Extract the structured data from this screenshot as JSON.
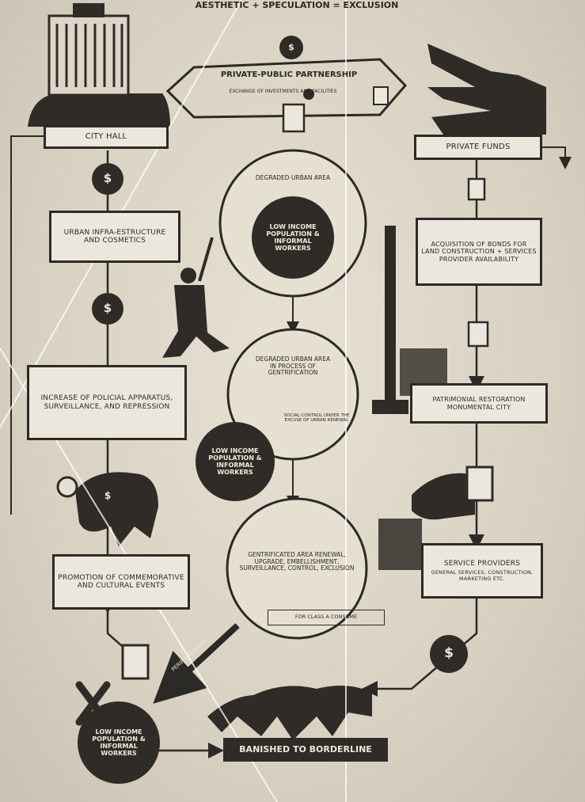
{
  "header": {
    "subtitle": "AESTHETIC + SPECULATION = EXCLUSION"
  },
  "nodes": {
    "city_hall": "CITY HALL",
    "private_funds": "PRIVATE FUNDS",
    "ppp_title": "PRIVATE-PUBLIC PARTNERSHIP",
    "ppp_sub": "EXCHANGE OF INVESTMENTS AND FACILITIES",
    "urban_infra": "URBAN INFRA-ESTRUCTURE AND COSMETICS",
    "policial": "INCREASE OF POLICIAL APPARATUS, SURVEILLANCE, AND REPRESSION",
    "promotion": "PROMOTION OF COMMEMORATIVE AND CULTURAL EVENTS",
    "acquisition": "ACQUISITION OF BONDS FOR LAND CONSTRUCTION + SERVICES PROVIDER AVAILABILITY",
    "patrimonial": "PATRIMONIAL RESTORATION MONUMENTAL CITY",
    "service_providers": "SERVICE PROVIDERS",
    "service_providers_sub": "GENERAL SERVICES, CONSTRUCTION, MARKETING ETC.",
    "degraded": "DEGRADED URBAN AREA",
    "low_income": "LOW INCOME POPULATION & INFORMAL WORKERS",
    "gentrifying": "DEGRADED URBAN AREA IN PROCESS OF GENTRIFICATION",
    "social_control": "SOCIAL CONTROL UNDER THE EXCUSE OF URBAN RENEWAL",
    "gentrified": "GENTRIFICATED AREA RENEWAL, UPGRADE, EMBELLISHMENT, SURVEILLANCE, CONTROL, EXCLUSION",
    "for_class": "FOR CLASS A CONSUME",
    "peripherization": "PERIPHERIZATION",
    "banished": "BANISHED TO BORDERLINE",
    "dollar": "$",
    "x_mark": "X"
  },
  "colors": {
    "ink": "#2c2a26",
    "paper": "#ddd6c8",
    "box_fill": "#ece7dc",
    "circle_dark": "#2f2b27"
  },
  "icons": [
    "city-hall-building-icon",
    "crocodile-icon",
    "document-icon",
    "dollar-coin-icon",
    "policeman-icon",
    "statue-icon",
    "bull-icon",
    "hand-icon",
    "crowd-icon"
  ]
}
